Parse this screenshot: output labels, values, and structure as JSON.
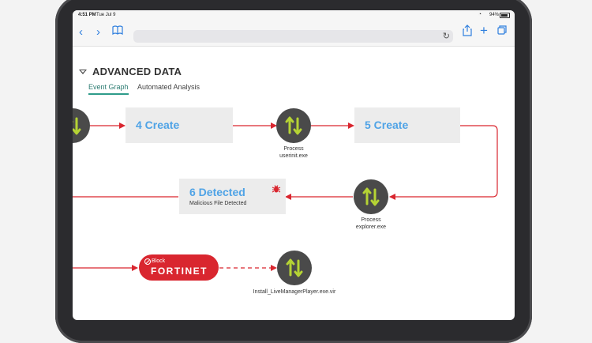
{
  "status": {
    "time": "4:51 PM",
    "date": "Tue Jul 9",
    "battery": "94%"
  },
  "browser": {
    "url": ""
  },
  "section": {
    "title": "ADVANCED DATA",
    "tabs": [
      {
        "label": "Event Graph",
        "active": true
      },
      {
        "label": "Automated Analysis",
        "active": false
      }
    ]
  },
  "graph": {
    "box_create_1": "4 Create",
    "box_create_2": "5 Create",
    "box_detected": {
      "title": "6 Detected",
      "subtitle": "Malicious File Detected"
    },
    "nodes": [
      {
        "line1": "Process",
        "line2": "userinit.exe"
      },
      {
        "line1": "Process",
        "line2": "explorer.exe"
      },
      {
        "line1": "Install_LiveManagerPlayer.exe.vir",
        "line2": ""
      }
    ],
    "block": {
      "label": "Block",
      "brand": "FORTINET"
    }
  },
  "colors": {
    "accent": "#2f7fde",
    "edge": "#d9262f",
    "node_bg": "#4a4a4a",
    "node_arrow": "#b5d334",
    "box_bg": "#ececec",
    "box_title": "#4fa3e6",
    "tab_active": "#2e7d73"
  }
}
